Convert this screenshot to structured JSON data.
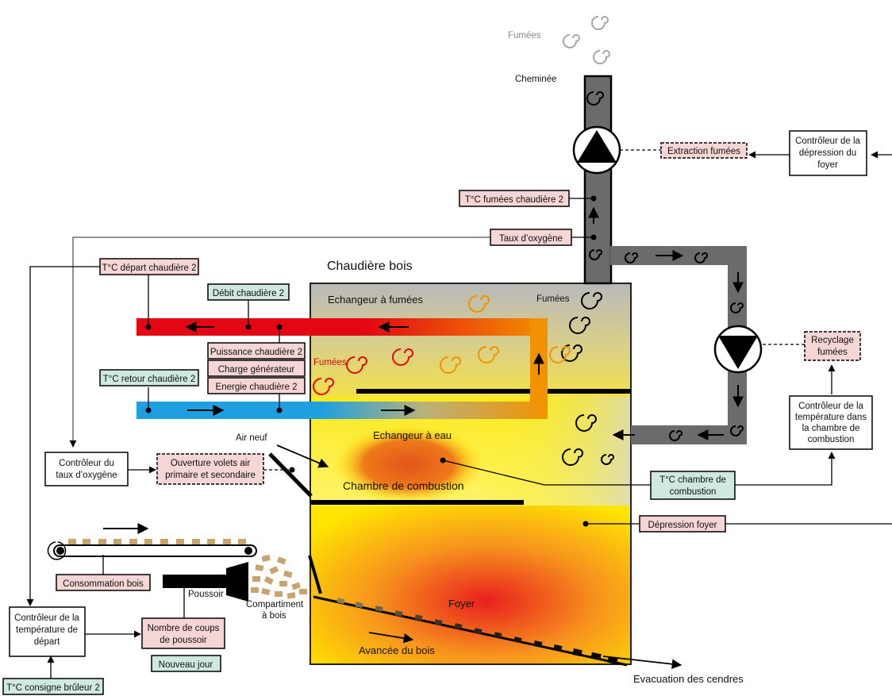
{
  "texts": {
    "fumees_top": "Fumées",
    "cheminee": "Cheminée",
    "chaudiere_bois": "Chaudière bois",
    "echangeur_fumees": "Echangeur à fumées",
    "fumees_right": "Fumées",
    "fumees_red": "Fumées",
    "echangeur_eau": "Echangeur à eau",
    "chambre_combustion": "Chambre de combustion",
    "air_neuf": "Air neuf",
    "foyer": "Foyer",
    "avancee_bois": "Avancée du bois",
    "evacuation_cendres": "Evacuation des cendres",
    "poussoir": "Poussoir",
    "compartiment_l1": "Compartiment",
    "compartiment_l2": "à bois"
  },
  "boxes": {
    "extraction": "Extraction fumées",
    "ctrl_depression_l1": "Contrôleur de la",
    "ctrl_depression_l2": "dépression du",
    "ctrl_depression_l3": "foyer",
    "tfumees": "T°C fumées chaudière 2",
    "taux_oxygene": "Taux d’oxygène",
    "tdepart": "T°C départ chaudière 2",
    "debit": "Débit chaudière 2",
    "puissance": "Puissance chaudière 2",
    "charge": "Charge générateur",
    "energie": "Energie chaudière 2",
    "tretour": "T°C retour chaudière 2",
    "recyclage_l1": "Recyclage",
    "recyclage_l2": "fumées",
    "ctrl_temp_ch_l1": "Contrôleur de la",
    "ctrl_temp_ch_l2": "température dans",
    "ctrl_temp_ch_l3": "la chambre de",
    "ctrl_temp_ch_l4": "combustion",
    "ctrl_oxy_l1": "Contrôleur du",
    "ctrl_oxy_l2": "taux d’oxygène",
    "volets_l1": "Ouverture volets air",
    "volets_l2": "primaire et secondaire",
    "tchambre_l1": "T°C chambre de",
    "tchambre_l2": "combustion",
    "depression_foyer": "Dépression foyer",
    "consommation": "Consommation bois",
    "ctrl_depart_l1": "Contrôleur de la",
    "ctrl_depart_l2": "température de",
    "ctrl_depart_l3": "départ",
    "coups_l1": "Nombre de coups",
    "coups_l2": "de poussoir",
    "nouveau_jour": "Nouveau jour",
    "consigne": "T°C consigne brûleur 2"
  },
  "colors": {
    "pink": "#f6d5d5",
    "teal": "#cfe9e1",
    "hot_pipe": "#e30613",
    "cold_pipe": "#1ea0e0",
    "flue": "#6b6b6b"
  }
}
